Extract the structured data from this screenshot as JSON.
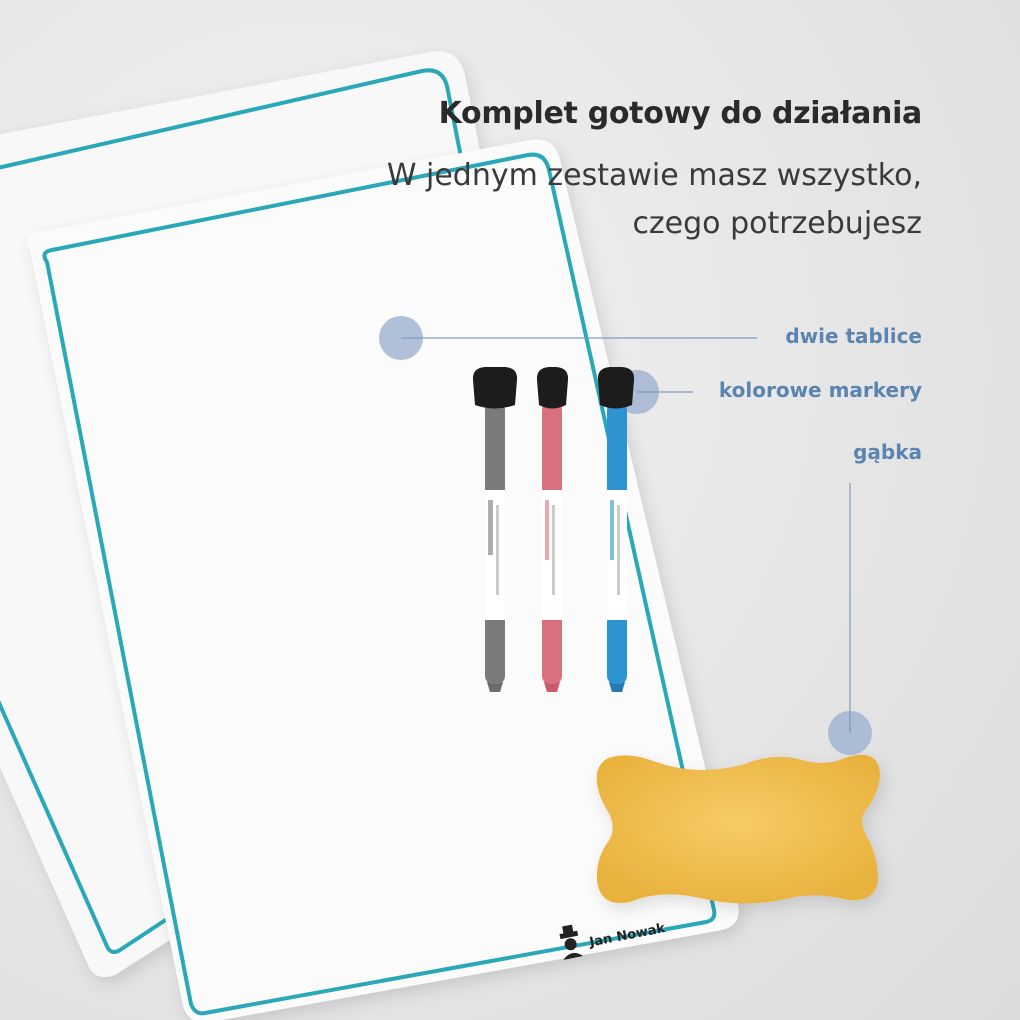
{
  "headline": "Komplet gotowy do działania",
  "subheadline": {
    "line1": "W jednym zestawie masz wszystko,",
    "line2": "czego potrzebujesz"
  },
  "callouts": [
    {
      "label": "dwie tablice"
    },
    {
      "label": "kolorowe markery"
    },
    {
      "label": "gąbka"
    }
  ],
  "brand": {
    "name": "Jan Nowak"
  },
  "colors": {
    "board_frame": "#2aa8b8",
    "callout_text": "#5b84b1",
    "callout_dot": "#9cb2cf",
    "callout_line": "#7f9cc0",
    "sponge": "#f3c04f",
    "marker_gray": "#7a7a7a",
    "marker_pink": "#d9707e",
    "marker_blue": "#2d93d1"
  }
}
